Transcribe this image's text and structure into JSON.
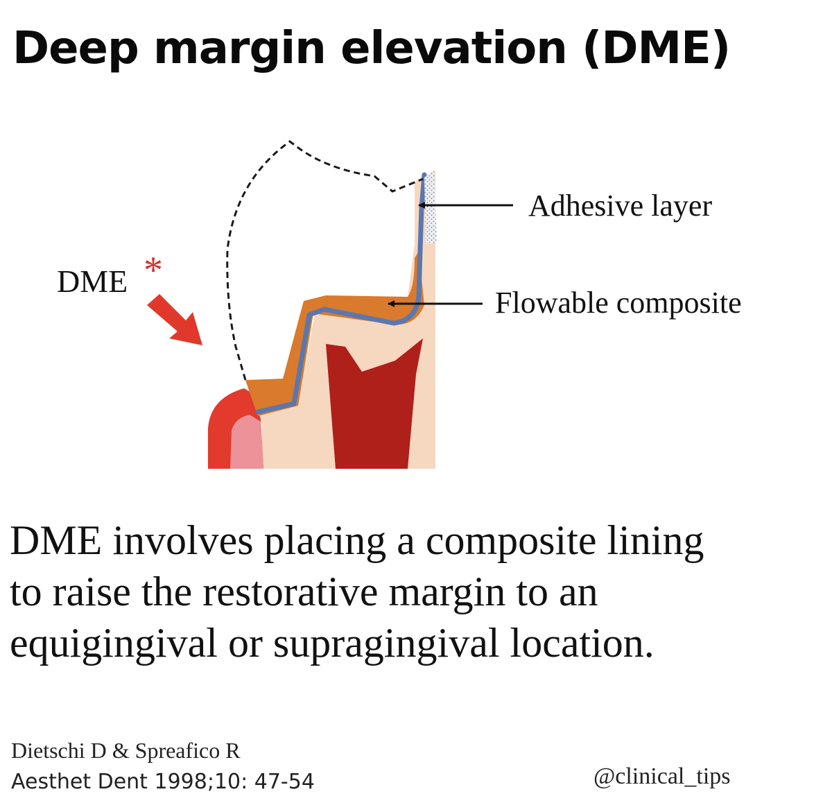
{
  "title": "Deep margin elevation (DME)",
  "diagram": {
    "labels": {
      "adhesive_layer": "Adhesive layer",
      "flowable_composite": "Flowable composite",
      "dme": "DME",
      "asterisk": "*"
    },
    "colors": {
      "tooth_dentin": "#f6d8c0",
      "pulp": "#b0201a",
      "flowable_composite": "#d97a2c",
      "adhesive_layer": "#5b77ad",
      "gingiva": "#e23a2c",
      "gingiva_inner": "#ec9298",
      "arrow": "#e0392b",
      "outline": "#1a1a1a",
      "enamel_pattern": "#b8bcc8"
    }
  },
  "description": {
    "line1": "DME involves placing a composite lining",
    "line2": "to raise the restorative margin to an",
    "line3": "equigingival or supragingival location."
  },
  "reference": {
    "authors": "Dietschi D & Spreafico R",
    "journal": "Aesthet Dent 1998;10: 47-54"
  },
  "handle": "@clinical_tips"
}
